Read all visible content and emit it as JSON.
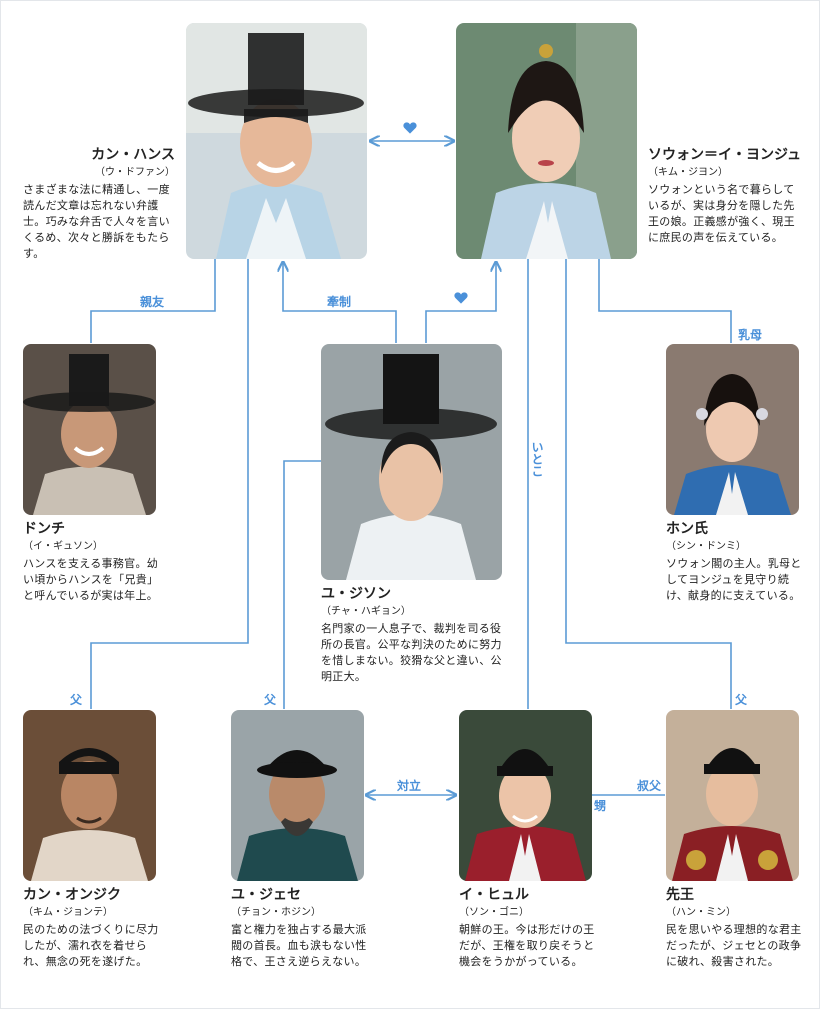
{
  "colors": {
    "line": "#5b9bd5",
    "label": "#4a90d9"
  },
  "people": {
    "kang_hansu": {
      "name": "カン・ハンス",
      "actor": "（ウ・ドファン）",
      "desc": "さまざまな法に精通し、一度読んだ文章は忘れない弁護士。巧みな弁舌で人々を言いくるめ、次々と勝訴をもたらす。"
    },
    "sowon": {
      "name": "ソウォン＝イ・ヨンジュ",
      "actor": "（キム・ジヨン）",
      "desc": "ソウォンという名で暮らしているが、実は身分を隠した先王の娘。正義感が強く、現王に庶民の声を伝えている。"
    },
    "donchi": {
      "name": "ドンチ",
      "actor": "（イ・ギュソン）",
      "desc": "ハンスを支える事務官。幼い頃からハンスを「兄貴」と呼んでいるが実は年上。"
    },
    "yu_jison": {
      "name": "ユ・ジソン",
      "actor": "（チャ・ハギョン）",
      "desc": "名門家の一人息子で、裁判を司る役所の長官。公平な判決のために努力を惜しまない。狡猾な父と違い、公明正大。"
    },
    "hong": {
      "name": "ホン氏",
      "actor": "（シン・ドンミ）",
      "desc": "ソウォン閣の主人。乳母としてヨンジュを見守り続け、献身的に支えている。"
    },
    "kang_onjik": {
      "name": "カン・オンジク",
      "actor": "（キム・ジョンテ）",
      "desc": "民のための法づくりに尽力したが、濡れ衣を着せられ、無念の死を遂げた。"
    },
    "yu_jese": {
      "name": "ユ・ジェセ",
      "actor": "（チョン・ホジン）",
      "desc": "富と権力を独占する最大派閥の首長。血も涙もない性格で、王さえ逆らえない。"
    },
    "i_hyul": {
      "name": "イ・ヒュル",
      "actor": "（ソン・ゴニ）",
      "desc": "朝鮮の王。今は形だけの王だが、王権を取り戻そうと機会をうかがっている。"
    },
    "senou": {
      "name": "先王",
      "actor": "（ハン・ミン）",
      "desc": "民を思いやる理想的な君主だったが、ジェセとの政争に破れ、殺害された。"
    }
  },
  "relations": {
    "shinyu": "親友",
    "kensei": "牽制",
    "itoko": "いとこ",
    "uba": "乳母",
    "chichi1": "父",
    "chichi2": "父",
    "chichi3": "父",
    "tairitsu": "対立",
    "oi": "甥",
    "oji": "叔父"
  }
}
